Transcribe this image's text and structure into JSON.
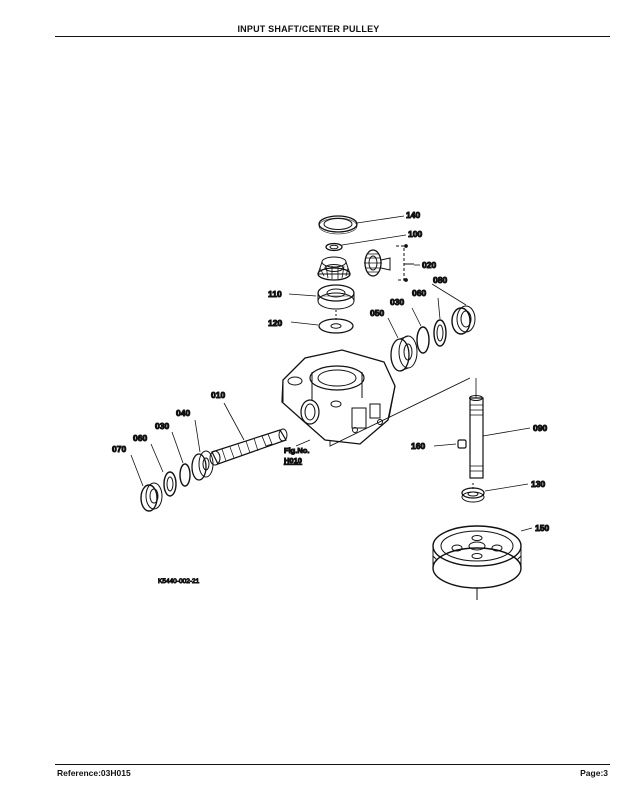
{
  "header": {
    "title": "INPUT SHAFT/CENTER PULLEY"
  },
  "diagram": {
    "part_labels": {
      "p140": "140",
      "p100": "100",
      "p020": "020",
      "p080": "080",
      "p060a": "060",
      "p030a": "030",
      "p050": "050",
      "p110": "110",
      "p120": "120",
      "p010": "010",
      "p040": "040",
      "p030b": "030",
      "p060b": "060",
      "p070": "070",
      "p090": "090",
      "p160": "160",
      "p130": "130",
      "p150": "150"
    },
    "fig_ref_line1": "Fig.No.",
    "fig_ref_line2": "H010",
    "drawing_code": "K5440-002-21"
  },
  "footer": {
    "reference": "Reference:03H015",
    "page": "Page:3"
  }
}
